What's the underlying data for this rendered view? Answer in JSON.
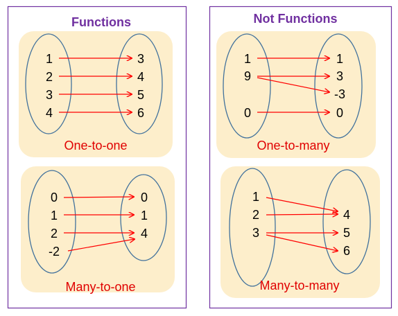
{
  "colors": {
    "panel_border": "#7030a0",
    "title": "#7030a0",
    "card_fill": "#fdeecb",
    "ellipse_stroke": "#41719c",
    "arrow": "#ff0000",
    "caption": "#e00000"
  },
  "panels": {
    "functions": {
      "title": "Functions",
      "one_to_one": {
        "caption": "One-to-one",
        "domain": [
          "1",
          "2",
          "3",
          "4"
        ],
        "range": [
          "3",
          "4",
          "5",
          "6"
        ],
        "mappings": [
          [
            "1",
            "3"
          ],
          [
            "2",
            "4"
          ],
          [
            "3",
            "5"
          ],
          [
            "4",
            "6"
          ]
        ]
      },
      "many_to_one": {
        "caption": "Many-to-one",
        "domain": [
          "0",
          "1",
          "2",
          "-2"
        ],
        "range": [
          "0",
          "1",
          "4"
        ],
        "mappings": [
          [
            "0",
            "0"
          ],
          [
            "1",
            "1"
          ],
          [
            "2",
            "4"
          ],
          [
            "-2",
            "4"
          ]
        ]
      }
    },
    "not_functions": {
      "title": "Not Functions",
      "one_to_many": {
        "caption": "One-to-many",
        "domain": [
          "1",
          "9",
          "0"
        ],
        "range": [
          "1",
          "3",
          "-3",
          "0"
        ],
        "mappings": [
          [
            "1",
            "1"
          ],
          [
            "9",
            "3"
          ],
          [
            "9",
            "-3"
          ],
          [
            "0",
            "0"
          ]
        ]
      },
      "many_to_many": {
        "caption": "Many-to-many",
        "domain": [
          "1",
          "2",
          "3"
        ],
        "range": [
          "4",
          "5",
          "6"
        ],
        "mappings": [
          [
            "1",
            "4"
          ],
          [
            "2",
            "4"
          ],
          [
            "3",
            "5"
          ],
          [
            "3",
            "6"
          ]
        ]
      }
    }
  }
}
